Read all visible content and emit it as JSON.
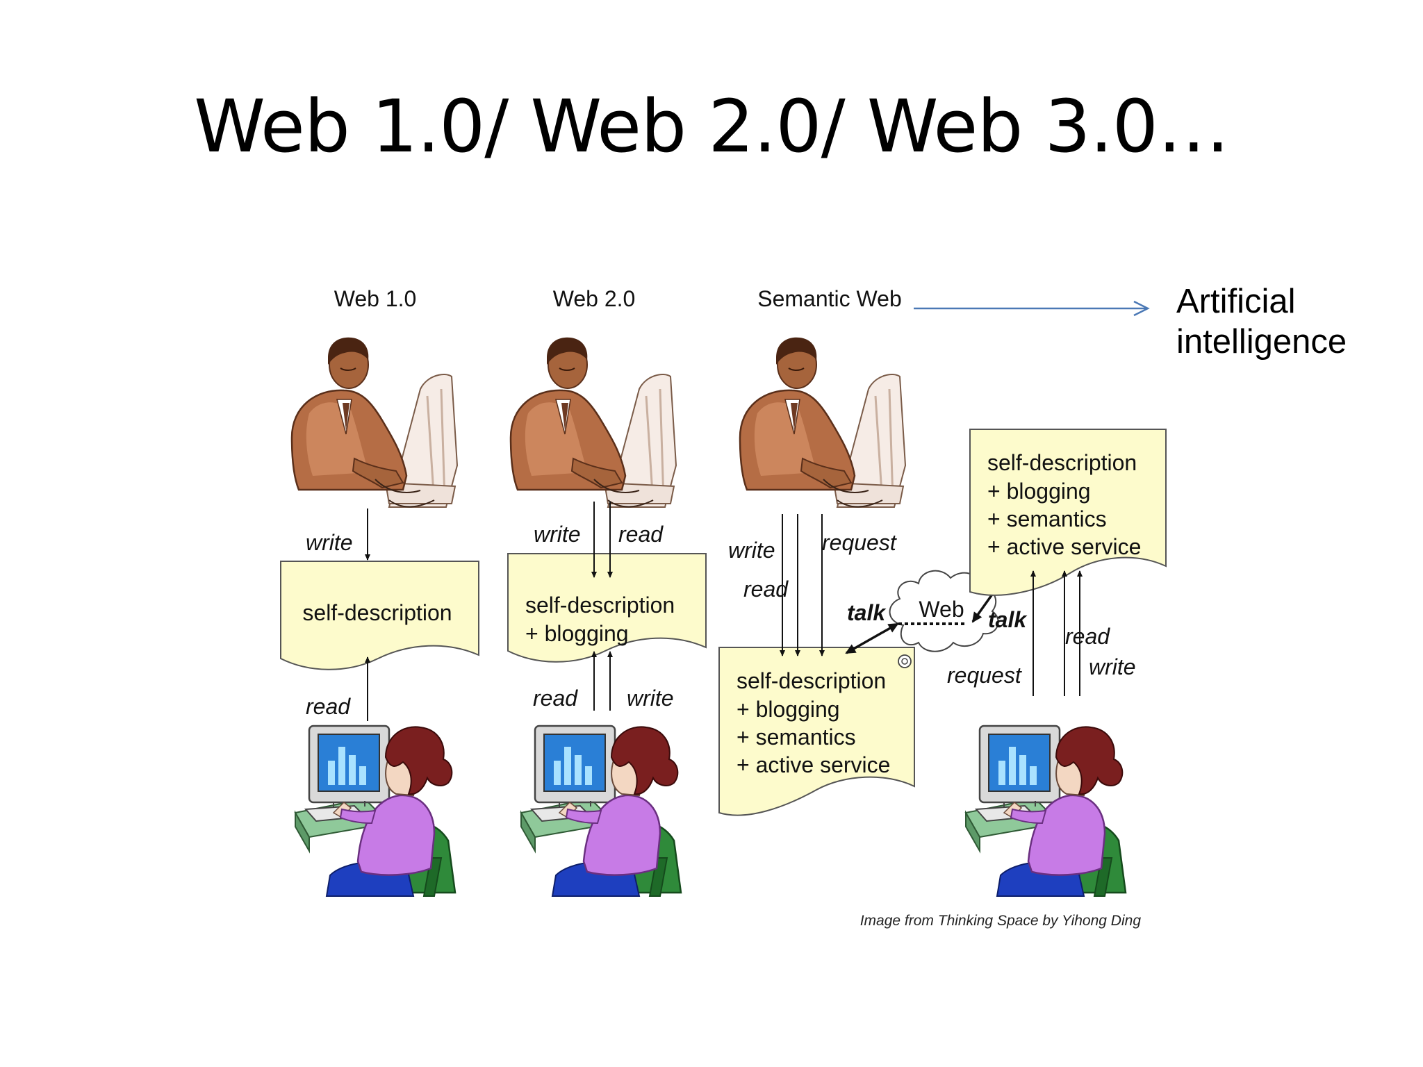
{
  "slide": {
    "title": "Web 1.0/ Web 2.0/ Web 3.0…",
    "ai_label_line1": "Artificial",
    "ai_label_line2": "intelligence"
  },
  "diagram": {
    "columns": {
      "web1": "Web 1.0",
      "web2": "Web 2.0",
      "semantic": "Semantic Web"
    },
    "web1": {
      "write": "write",
      "read": "read",
      "box": [
        "self-description"
      ]
    },
    "web2": {
      "write_top": "write",
      "read_top": "read",
      "read_bottom": "read",
      "write_bottom": "write",
      "box": [
        "self-description",
        "+ blogging"
      ]
    },
    "semantic": {
      "write": "write",
      "read": "read",
      "request_top": "request",
      "talk_left": "talk",
      "talk_right": "talk",
      "cloud": "Web",
      "request_bottom": "request",
      "read_right": "read",
      "write_right": "write",
      "box_left": [
        "self-description",
        "+ blogging",
        "+ semantics",
        "+ active service"
      ],
      "box_right": [
        "self-description",
        "+ blogging",
        "+ semantics",
        "+ active service"
      ]
    },
    "caption": "Image from Thinking Space by Yihong Ding"
  },
  "colors": {
    "doc_fill": "#fdfbcc",
    "ai_arrow": "#4a78b5",
    "man_skin": "#a6643c",
    "woman_shirt": "#c77be6",
    "woman_hair": "#7a1f1f",
    "chair": "#2f8a3a",
    "screen": "#2a7fd6"
  },
  "icons": [
    "man-at-computer-icon",
    "woman-at-computer-icon",
    "web-cloud-icon",
    "arrow-right-icon"
  ]
}
